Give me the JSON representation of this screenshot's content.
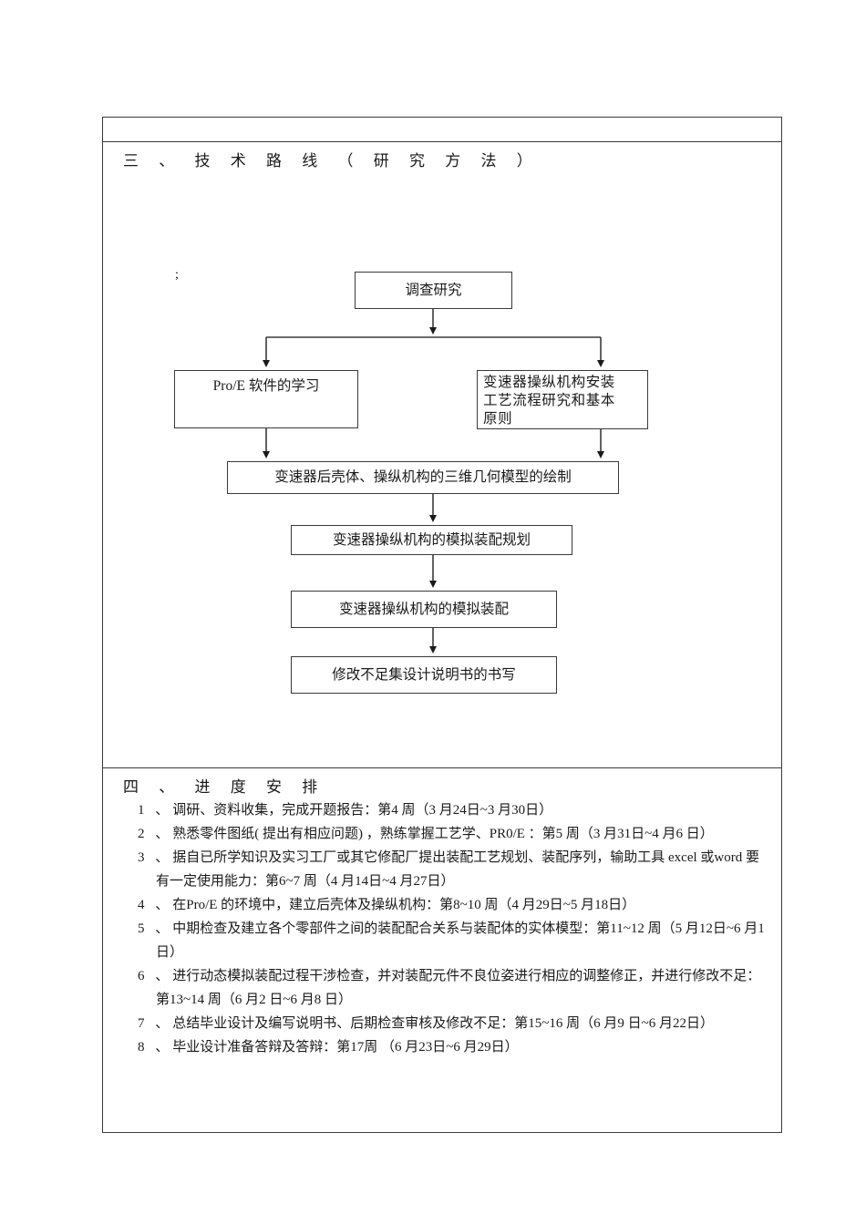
{
  "document": {
    "page_background": "#ffffff",
    "border_color": "#3a3a3a"
  },
  "section_three": {
    "heading": "三 、 技 术 路 线 （ 研 究 方 法 ）",
    "stray_mark": ";"
  },
  "flowchart": {
    "nodes": [
      {
        "id": "survey",
        "label": "调查研究"
      },
      {
        "id": "proe",
        "label": "Pro/E 软件的学习"
      },
      {
        "id": "process",
        "label": "变速器操纵机构安装\n工艺流程研究和基本\n原则"
      },
      {
        "id": "model",
        "label": "变速器后壳体、操纵机构的三维几何模型的绘制"
      },
      {
        "id": "planning",
        "label": "变速器操纵机构的模拟装配规划"
      },
      {
        "id": "assembly",
        "label": "变速器操纵机构的模拟装配"
      },
      {
        "id": "revise",
        "label": "修改不足集设计说明书的书写"
      }
    ],
    "edges": [
      {
        "from": "survey",
        "to": "proe"
      },
      {
        "from": "survey",
        "to": "process"
      },
      {
        "from": "proe",
        "to": "model"
      },
      {
        "from": "process",
        "to": "model"
      },
      {
        "from": "model",
        "to": "planning"
      },
      {
        "from": "planning",
        "to": "assembly"
      },
      {
        "from": "assembly",
        "to": "revise"
      }
    ]
  },
  "section_four": {
    "heading": "四 、 进 度 安 排",
    "items": [
      {
        "num": "1 、",
        "text": "调研、资料收集，完成开题报告：第4 周（3 月24日~3  月30日）"
      },
      {
        "num": "2 、",
        "text": "熟悉零件图纸(  提出有相应问题) ，熟练掌握工艺学、PR0/E ：第5 周（3 月31日~4 月6 日）"
      },
      {
        "num": "3 、",
        "text": "据自已所学知识及实习工厂或其它修配厂提出装配工艺规划、装配序列，输助工具 excel  或word  要有一定使用能力：第6~7 周（4 月14日~4  月27日）"
      },
      {
        "num": "4 、",
        "text": "在Pro/E  的环境中，建立后壳体及操纵机构：第8~10  周（4 月29日~5  月18日）"
      },
      {
        "num": "5 、",
        "text": "中期检查及建立各个零部件之间的装配配合关系与装配体的实体模型：第11~12 周（5 月12日~6  月1 日）"
      },
      {
        "num": "6 、",
        "text": "进行动态模拟装配过程干涉检查，并对装配元件不良位姿进行相应的调整修正，并进行修改不足：第13~14 周（6 月2 日~6  月8 日）"
      },
      {
        "num": "7 、",
        "text": "总结毕业设计及编写说明书、后期检查审核及修改不足：第15~16 周（6 月9 日~6 月22日）"
      },
      {
        "num": "8 、",
        "text": "毕业设计准备答辩及答辩：第17周   （6 月23日~6  月29日）"
      }
    ]
  }
}
